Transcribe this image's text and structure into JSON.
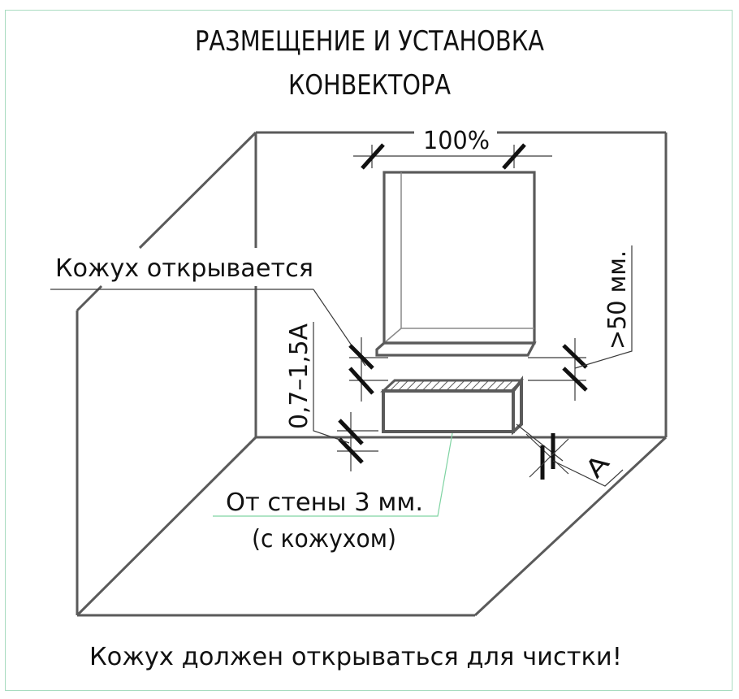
{
  "diagram": {
    "title_line1": "РАЗМЕЩЕНИЕ И УСТАНОВКА",
    "title_line2": "КОНВЕКТОРА",
    "window_width_label": "100%",
    "casing_label": "Кожух открывается",
    "gap_above_label": ">50 мм.",
    "height_label": "0,7–1,5А",
    "depth_label": "А",
    "wall_gap_line1": "От стены 3 мм.",
    "wall_gap_line2": "(с кожухом)",
    "footer_note": "Кожух должен открываться для чистки!"
  },
  "colors": {
    "frame_border": "#a8dcc0",
    "walls": "#5a5a5a",
    "ticks": "#111111",
    "leader_green": "#7fd3a2",
    "text": "#111111"
  }
}
